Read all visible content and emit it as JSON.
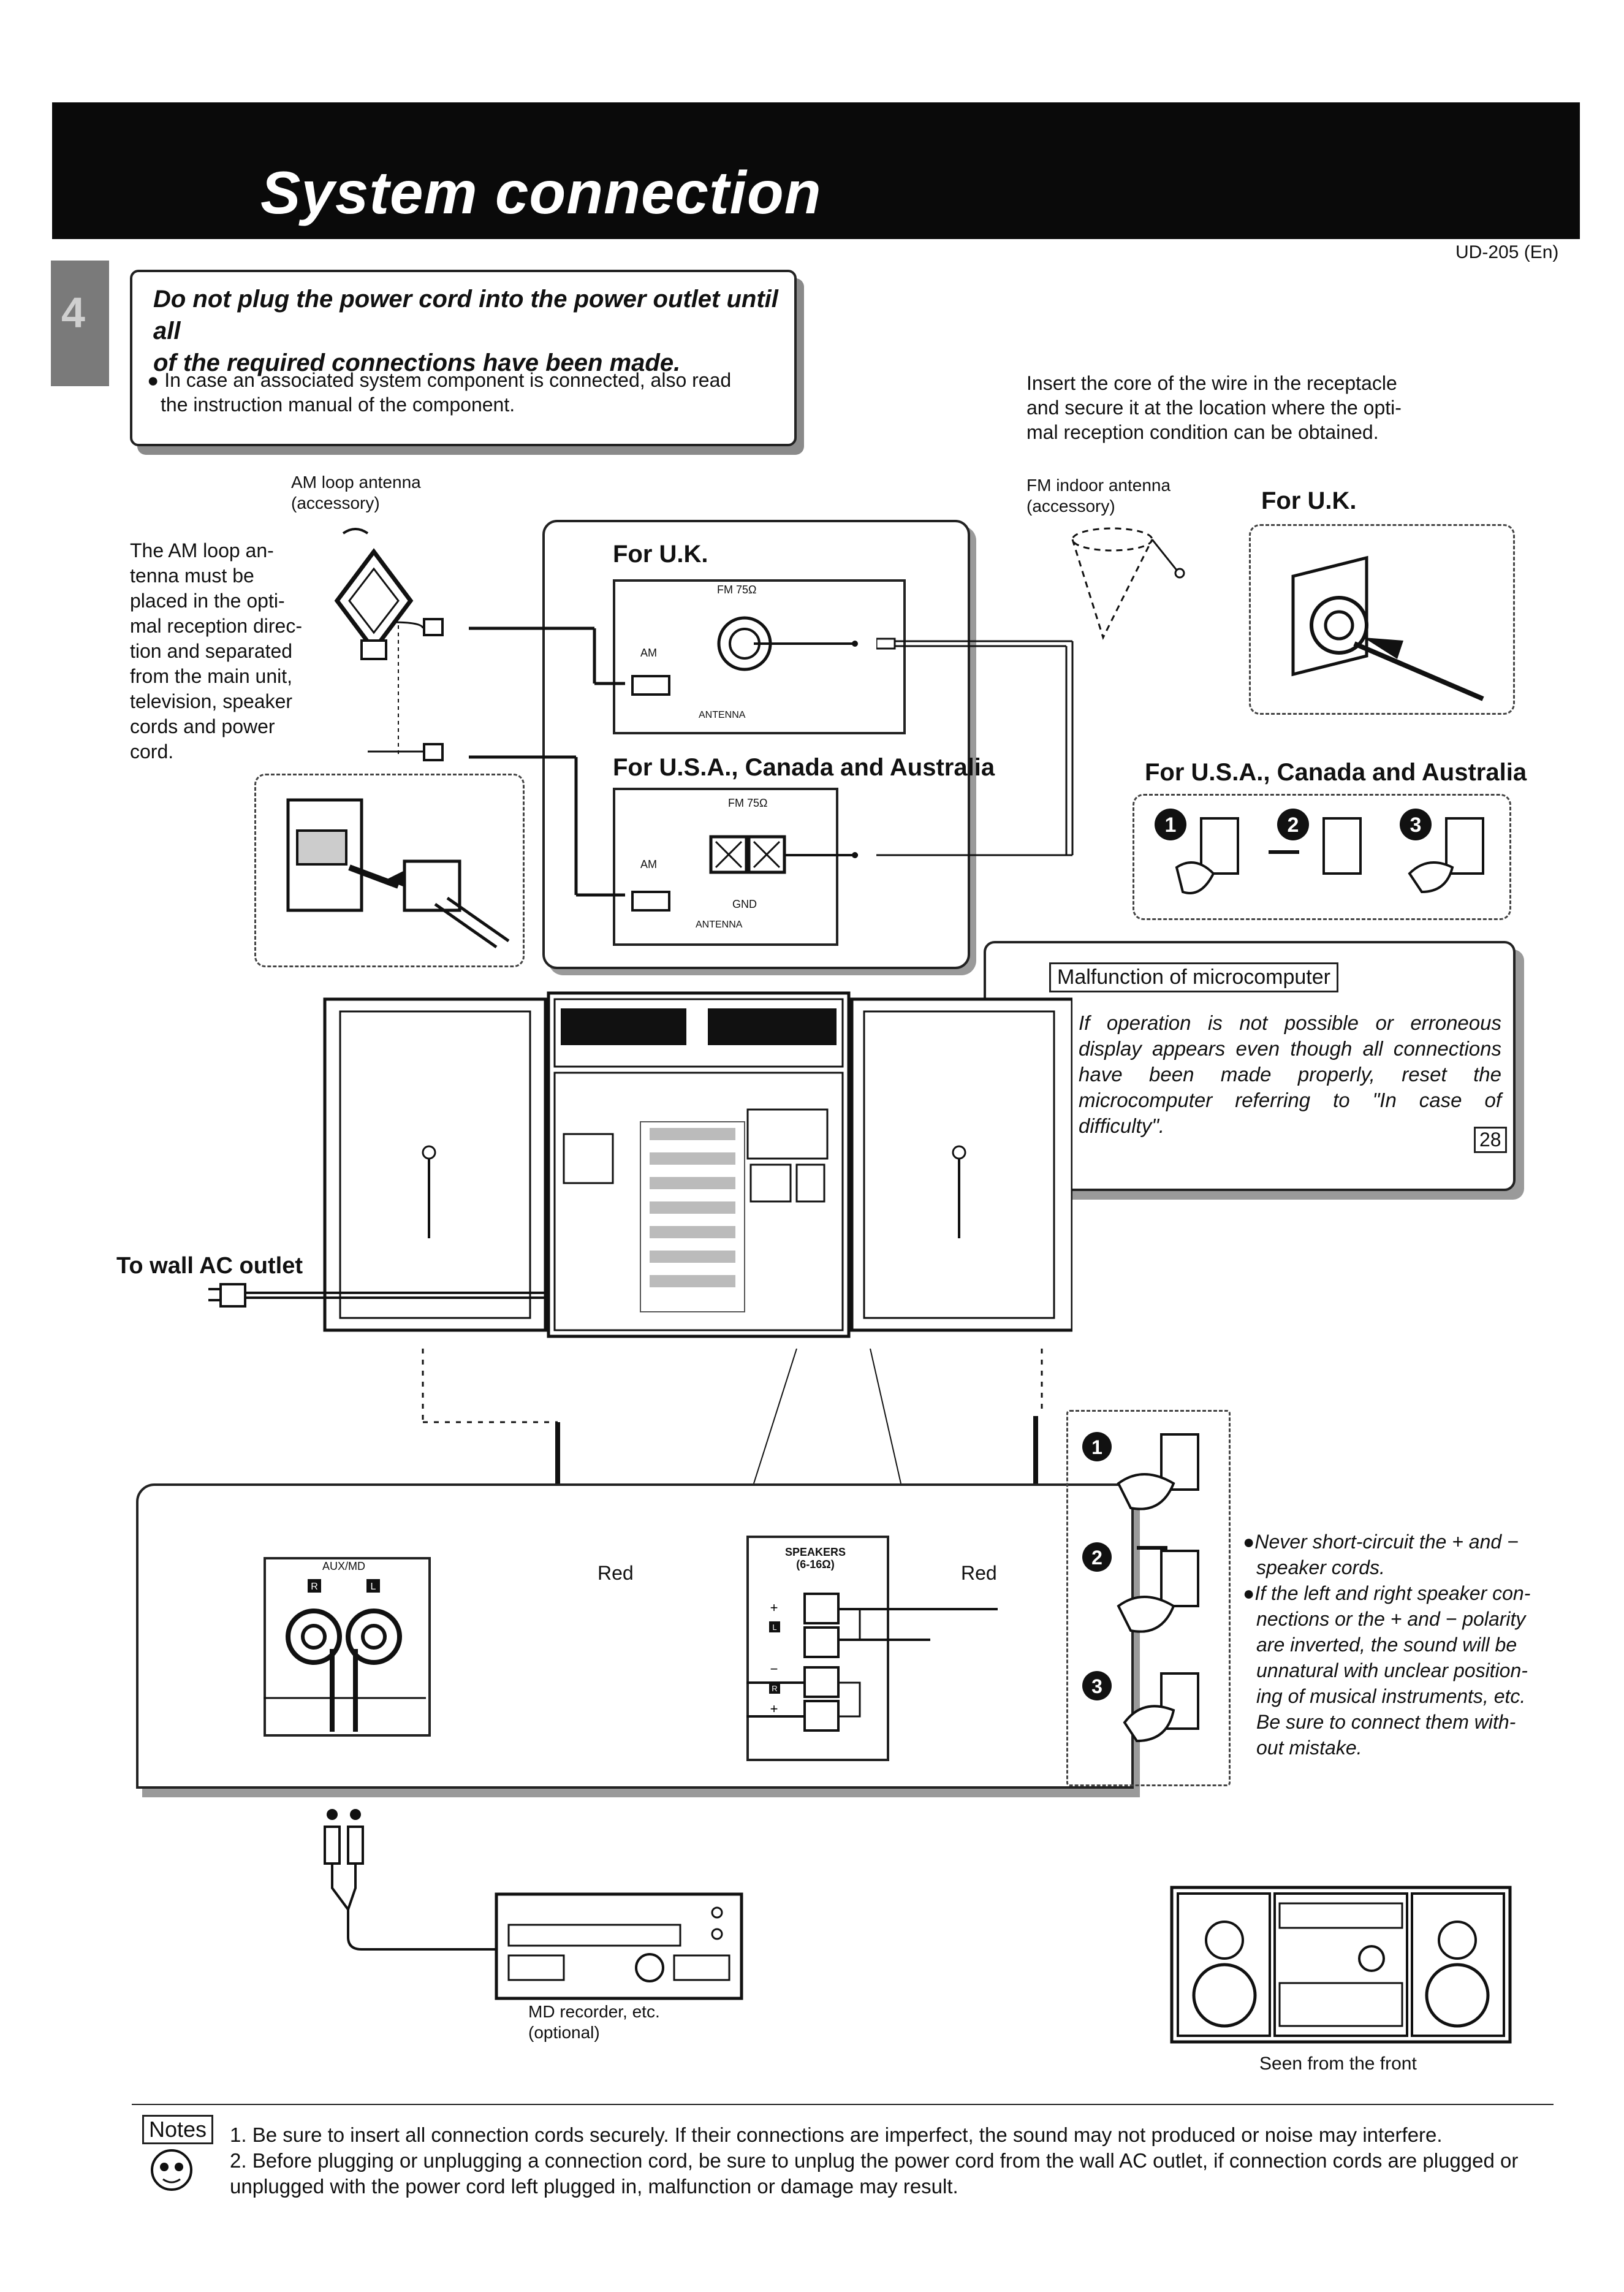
{
  "header": {
    "title": "System connection",
    "page_ref": "UD-205 (En)",
    "section_tab": "4"
  },
  "warning": {
    "heading_line1": "Do not plug the power cord into the power outlet until all",
    "heading_line2": "of the required connections have been made.",
    "bullet_line1": "● In case an associated system component is connected, also read",
    "bullet_line2": "the instruction manual of the component."
  },
  "am_antenna": {
    "label_line1": "AM loop antenna",
    "label_line2": "(accessory)",
    "note": [
      "The AM loop an-",
      "tenna must be",
      "placed in the opti-",
      "mal reception direc-",
      "tion and separated",
      "from the main unit,",
      "television, speaker",
      "cords and power",
      "cord."
    ]
  },
  "fm_antenna": {
    "label_line1": "FM indoor antenna",
    "label_line2": "(accessory)",
    "note_line1": "Insert the core of the wire in the receptacle",
    "note_line2": "and secure it at the location where the opti-",
    "note_line3": "mal reception condition can be obtained."
  },
  "region": {
    "uk": "For U.K.",
    "usa": "For U.S.A., Canada and Australia"
  },
  "panel_labels": {
    "fm75": "FM 75Ω",
    "am": "AM",
    "antenna": "ANTENNA",
    "gnd": "GND",
    "aux_md": "AUX/MD",
    "speakers_line1": "SPEAKERS",
    "speakers_line2": "(6-16Ω)",
    "r": "R",
    "l": "L",
    "plus": "+",
    "minus": "−"
  },
  "steps": {
    "one": "1",
    "two": "2",
    "three": "3"
  },
  "malfunction": {
    "title": "Malfunction of microcomputer",
    "body": "If operation is not possible or erroneous display appears even though all connections have been made properly, reset the microcomputer referring to \"In case of difficulty\".",
    "page_ref": "28"
  },
  "wall_outlet": "To wall AC outlet",
  "wire_red_left": "Red",
  "wire_red_right": "Red",
  "speaker_notes": {
    "b1_line1": "●Never short-circuit the + and −",
    "b1_line2": "speaker cords.",
    "b2_line1": "●If the left and right speaker con-",
    "b2_line2": "nections or the + and − polarity",
    "b2_line3": "are inverted, the sound will be",
    "b2_line4": "unnatural with unclear position-",
    "b2_line5": "ing of musical instruments, etc.",
    "b2_line6": "Be sure to connect them with-",
    "b2_line7": "out mistake."
  },
  "md_recorder": {
    "line1": "MD recorder, etc.",
    "line2": "(optional)"
  },
  "front_view": "Seen from the front",
  "notes": {
    "label": "Notes",
    "items": [
      "1. Be sure to insert all connection cords securely. If their connections are imperfect, the sound may not produced or noise may interfere.",
      "2. Before plugging or unplugging a connection cord, be sure to unplug the power cord from the wall AC outlet, if connection cords are plugged or unplugged with the power cord left plugged in, malfunction or damage may result."
    ]
  }
}
